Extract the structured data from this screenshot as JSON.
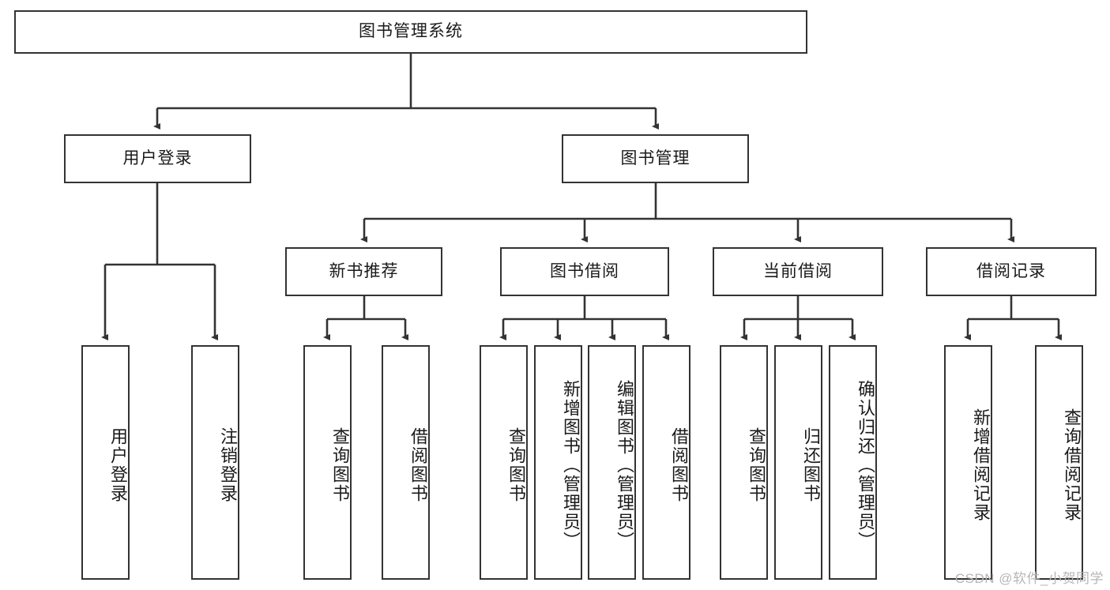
{
  "diagram": {
    "type": "tree",
    "title": "图书管理系统",
    "root": {
      "label": "图书管理系统"
    },
    "level2": [
      {
        "label": "用户登录"
      },
      {
        "label": "图书管理"
      }
    ],
    "level3": [
      {
        "label": "新书推荐"
      },
      {
        "label": "图书借阅"
      },
      {
        "label": "当前借阅"
      },
      {
        "label": "借阅记录"
      }
    ],
    "leaves": {
      "user_login": [
        {
          "label": "用户登录"
        },
        {
          "label": "注销登录"
        }
      ],
      "new_book_recommend": [
        {
          "label": "查询图书"
        },
        {
          "label": "借阅图书"
        }
      ],
      "book_borrow": [
        {
          "label": "查询图书"
        },
        {
          "label": "新增图书（管理员）"
        },
        {
          "label": "编辑图书（管理员）"
        },
        {
          "label": "借阅图书"
        }
      ],
      "current_borrow": [
        {
          "label": "查询图书"
        },
        {
          "label": "归还图书"
        },
        {
          "label": "确认归还（管理员）"
        }
      ],
      "borrow_records": [
        {
          "label": "新增借阅记录"
        },
        {
          "label": "查询借阅记录"
        }
      ]
    }
  },
  "watermark": {
    "text": "CSDN @软件_小贺同学"
  },
  "colors": {
    "border": "#333333",
    "background": "#ffffff",
    "text": "#1a1a1a",
    "watermark": "#b6b6b6"
  }
}
